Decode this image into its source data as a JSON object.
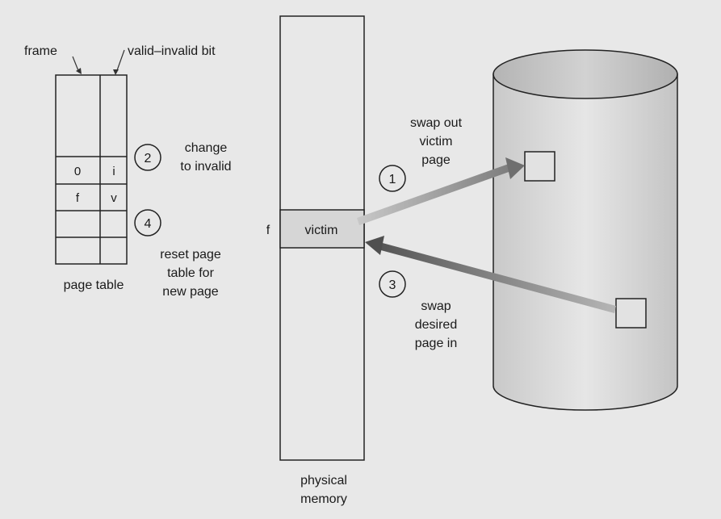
{
  "labels": {
    "frame": "frame",
    "valid_invalid_bit": "valid–invalid bit",
    "page_table": "page table",
    "physical_memory_line1": "physical",
    "physical_memory_line2": "memory",
    "frame_marker": "f",
    "victim": "victim"
  },
  "page_table_rows": [
    {
      "frame": "",
      "bit": ""
    },
    {
      "frame": "0",
      "bit": "i"
    },
    {
      "frame": "f",
      "bit": "v"
    },
    {
      "frame": "",
      "bit": ""
    },
    {
      "frame": "",
      "bit": ""
    }
  ],
  "steps": [
    {
      "number": "1",
      "lines": [
        "swap out",
        "victim",
        "page"
      ]
    },
    {
      "number": "2",
      "lines": [
        "change",
        "to invalid"
      ]
    },
    {
      "number": "3",
      "lines": [
        "swap",
        "desired",
        "page in"
      ]
    },
    {
      "number": "4",
      "lines": [
        "reset page",
        "table for",
        "new page"
      ]
    }
  ],
  "colors": {
    "background": "#e8e8e8",
    "victim_fill": "#d6d6d6",
    "arrow_swap_out": "#8a8a8a",
    "arrow_swap_in": "#5f5f5f"
  }
}
